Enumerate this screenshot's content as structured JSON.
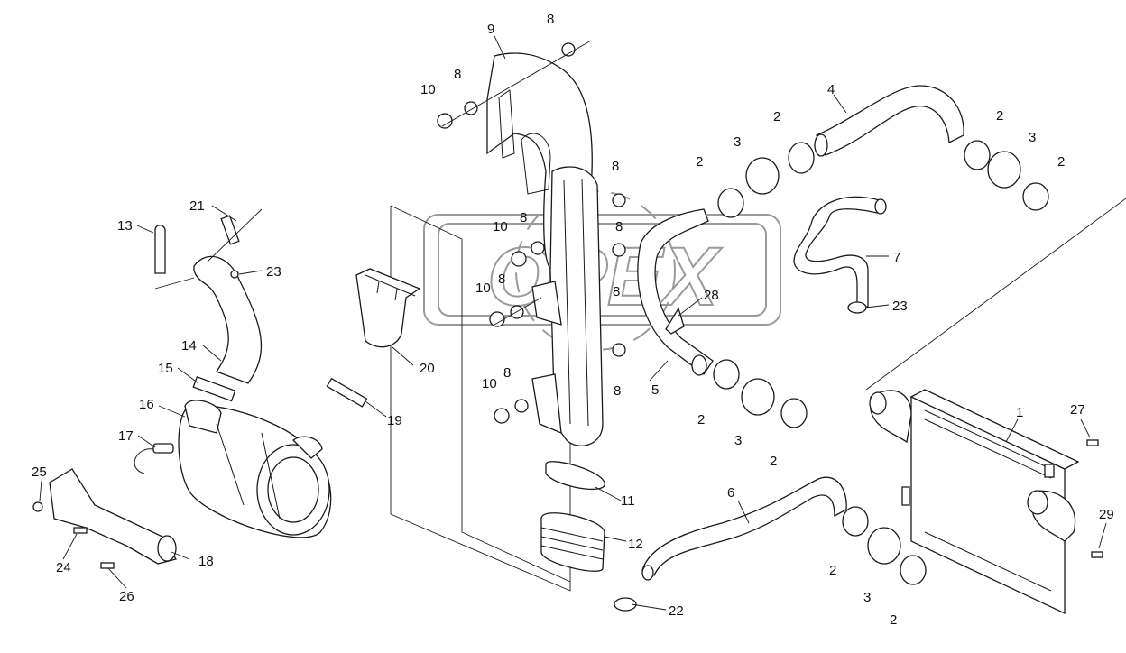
{
  "watermark": "OPEX",
  "callouts": [
    {
      "id": "c1",
      "text": "1"
    },
    {
      "id": "c2a",
      "text": "2"
    },
    {
      "id": "c2b",
      "text": "2"
    },
    {
      "id": "c2c",
      "text": "2"
    },
    {
      "id": "c2d",
      "text": "2"
    },
    {
      "id": "c2e",
      "text": "2"
    },
    {
      "id": "c2f",
      "text": "2"
    },
    {
      "id": "c2g",
      "text": "2"
    },
    {
      "id": "c2h",
      "text": "2"
    },
    {
      "id": "c3a",
      "text": "3"
    },
    {
      "id": "c3b",
      "text": "3"
    },
    {
      "id": "c3c",
      "text": "3"
    },
    {
      "id": "c3d",
      "text": "3"
    },
    {
      "id": "c4",
      "text": "4"
    },
    {
      "id": "c5",
      "text": "5"
    },
    {
      "id": "c6",
      "text": "6"
    },
    {
      "id": "c7",
      "text": "7"
    },
    {
      "id": "c8a",
      "text": "8"
    },
    {
      "id": "c8b",
      "text": "8"
    },
    {
      "id": "c8c",
      "text": "8"
    },
    {
      "id": "c8d",
      "text": "8"
    },
    {
      "id": "c8e",
      "text": "8"
    },
    {
      "id": "c8f",
      "text": "8"
    },
    {
      "id": "c8g",
      "text": "8"
    },
    {
      "id": "c8h",
      "text": "8"
    },
    {
      "id": "c8i",
      "text": "8"
    },
    {
      "id": "c9",
      "text": "9"
    },
    {
      "id": "c10a",
      "text": "10"
    },
    {
      "id": "c10b",
      "text": "10"
    },
    {
      "id": "c10c",
      "text": "10"
    },
    {
      "id": "c10d",
      "text": "10"
    },
    {
      "id": "c11",
      "text": "11"
    },
    {
      "id": "c12",
      "text": "12"
    },
    {
      "id": "c13",
      "text": "13"
    },
    {
      "id": "c14",
      "text": "14"
    },
    {
      "id": "c15",
      "text": "15"
    },
    {
      "id": "c16",
      "text": "16"
    },
    {
      "id": "c17",
      "text": "17"
    },
    {
      "id": "c18",
      "text": "18"
    },
    {
      "id": "c19",
      "text": "19"
    },
    {
      "id": "c20",
      "text": "20"
    },
    {
      "id": "c21",
      "text": "21"
    },
    {
      "id": "c22",
      "text": "22"
    },
    {
      "id": "c23a",
      "text": "23"
    },
    {
      "id": "c23b",
      "text": "23"
    },
    {
      "id": "c24",
      "text": "24"
    },
    {
      "id": "c25",
      "text": "25"
    },
    {
      "id": "c26",
      "text": "26"
    },
    {
      "id": "c27",
      "text": "27"
    },
    {
      "id": "c28",
      "text": "28"
    },
    {
      "id": "c29",
      "text": "29"
    }
  ]
}
